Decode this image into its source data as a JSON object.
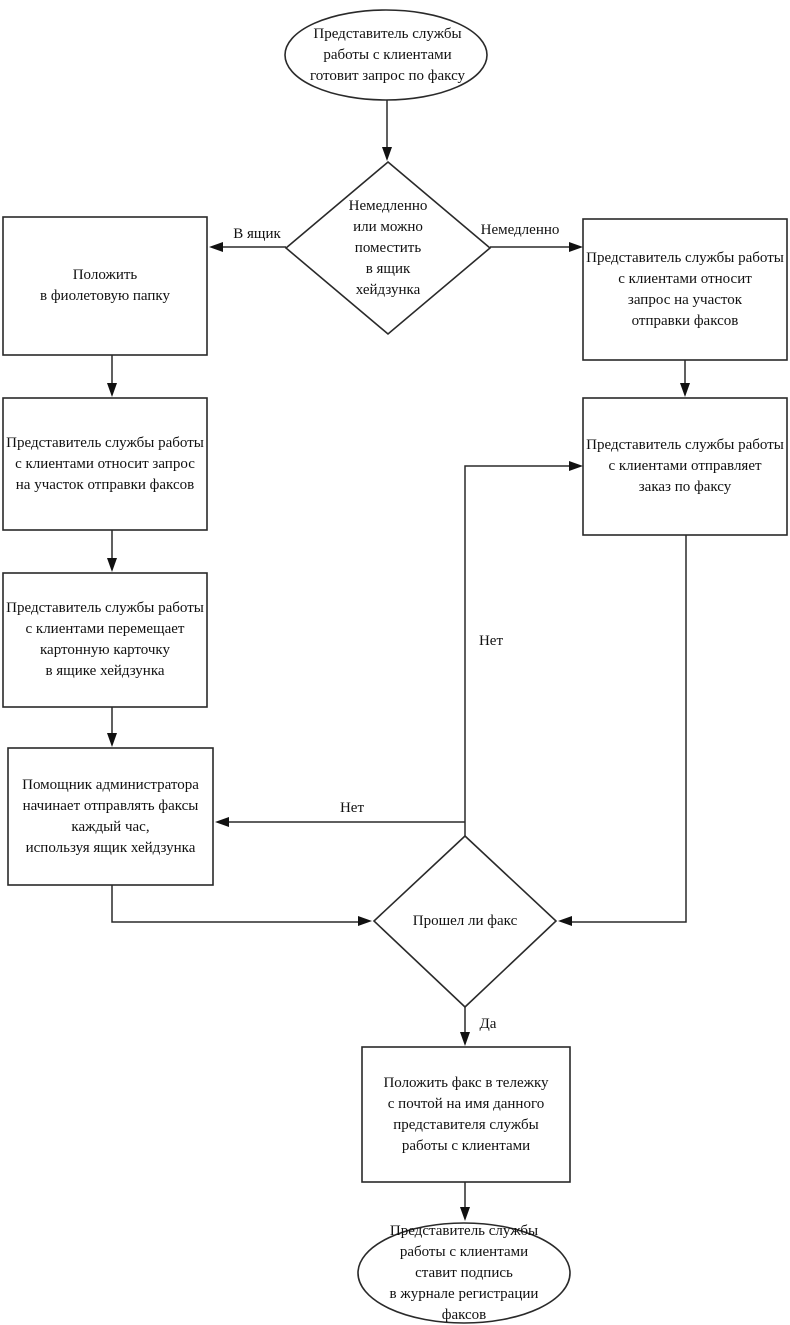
{
  "diagram": {
    "kind": "flowchart",
    "language": "ru",
    "colors": {
      "background": "#ffffff",
      "line": "#2a2a2a",
      "text": "#111111"
    },
    "nodes": {
      "start": {
        "shape": "ellipse",
        "text": "Представитель службы\nработы с клиентами\nготовит запрос по факсу"
      },
      "decision_heijunka": {
        "shape": "diamond",
        "text": "Немедленно\nили можно\nпоместить\nв ящик\nхейдзунка"
      },
      "put_purple_folder": {
        "shape": "rect",
        "text": "Положить\nв фиолетовую папку"
      },
      "carry_request_right": {
        "shape": "rect",
        "text": "Представитель службы работы\nс клиентами относит\nзапрос на участок\nотправки факсов"
      },
      "carry_request_left": {
        "shape": "rect",
        "text": "Представитель службы работы\nс клиентами относит запрос\nна участок отправки факсов"
      },
      "move_card": {
        "shape": "rect",
        "text": "Представитель службы работы\nс клиентами перемещает\nкартонную карточку\nв ящике хейдзунка"
      },
      "admin_assistant": {
        "shape": "rect",
        "text": "Помощник администратора\nначинает отправлять факсы\nкаждый час,\nиспользуя ящик хейдзунка"
      },
      "send_fax": {
        "shape": "rect",
        "text": "Представитель службы работы\nс клиентами отправляет\nзаказ по факсу"
      },
      "decision_fax_ok": {
        "shape": "diamond",
        "text": "Прошел ли факс"
      },
      "put_fax_cart": {
        "shape": "rect",
        "text": "Положить факс в тележку\nс почтой на имя данного\nпредставителя службы\nработы с клиентами"
      },
      "end": {
        "shape": "ellipse",
        "text": "Представитель службы\nработы с клиентами\nставит подпись\nв журнале регистрации\nфаксов"
      }
    },
    "edge_labels": {
      "to_box": "В ящик",
      "immediately": "Немедленно",
      "no_upper": "Нет",
      "no_lower": "Нет",
      "yes": "Да"
    }
  }
}
